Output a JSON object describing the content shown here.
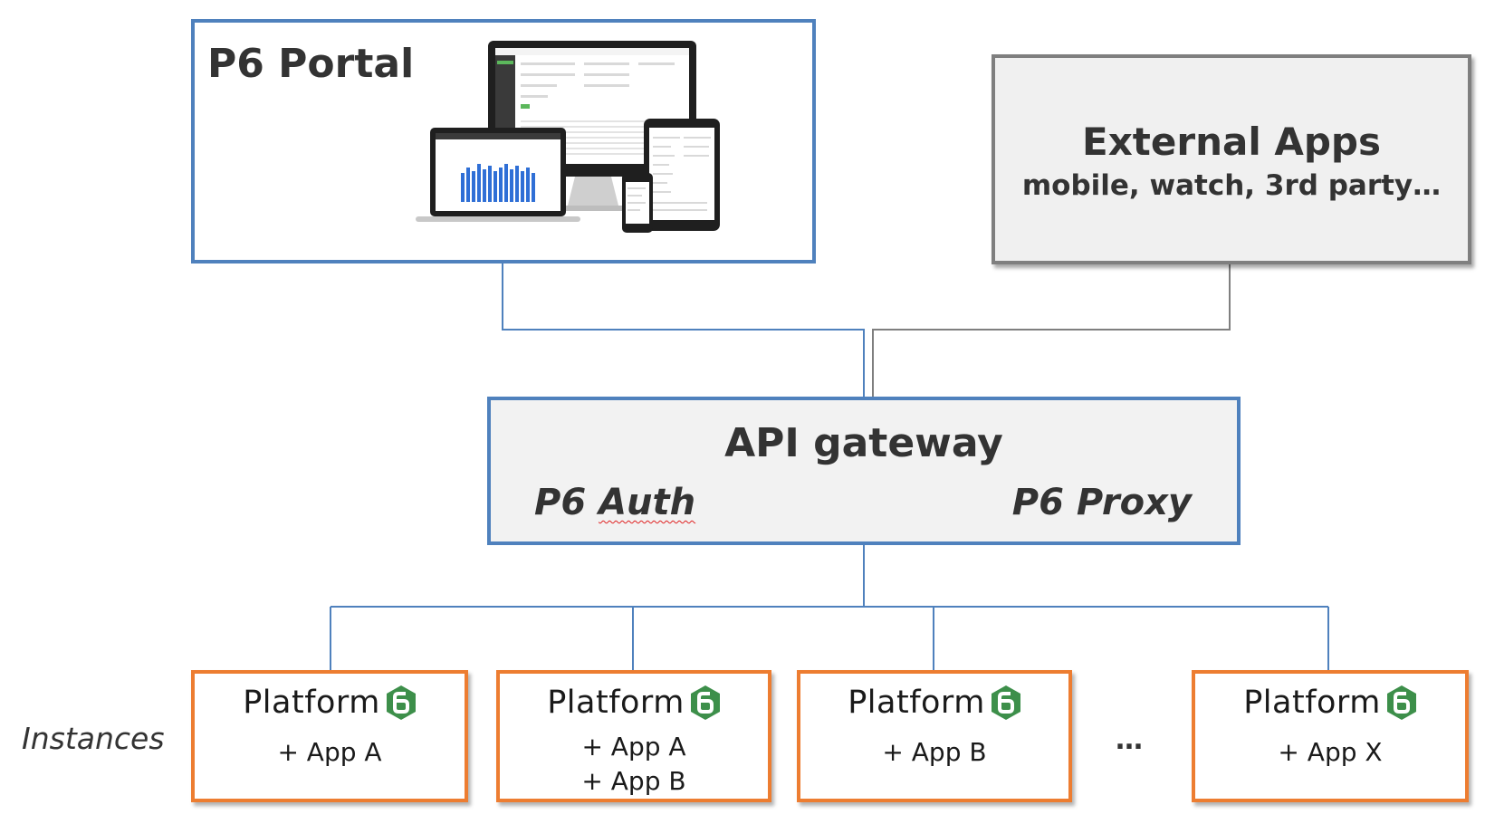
{
  "portal": {
    "title": "P6 Portal"
  },
  "external": {
    "title": "External Apps",
    "subtitle": "mobile, watch, 3rd party…"
  },
  "gateway": {
    "title": "API gateway",
    "auth": "P6 Auth",
    "auth_prefix": "P6",
    "auth_word": "Auth",
    "proxy": "P6 Proxy"
  },
  "instances_label": "Instances",
  "ellipsis": "…",
  "instances": [
    {
      "name": "Platform",
      "apps": [
        "+ App A"
      ]
    },
    {
      "name": "Platform",
      "apps": [
        "+ App A",
        "+ App B"
      ]
    },
    {
      "name": "Platform",
      "apps": [
        "+ App B"
      ]
    },
    {
      "name": "Platform",
      "apps": [
        "+ App X"
      ]
    }
  ],
  "colors": {
    "portal_border": "#4f81bd",
    "external_border": "#7f7f7f",
    "gateway_border": "#4f81bd",
    "instance_border": "#ed7d31",
    "logo_green": "#3d8f4a"
  },
  "icons": {
    "platform_logo": "platform-6-logo-icon",
    "devices": "devices-illustration"
  }
}
